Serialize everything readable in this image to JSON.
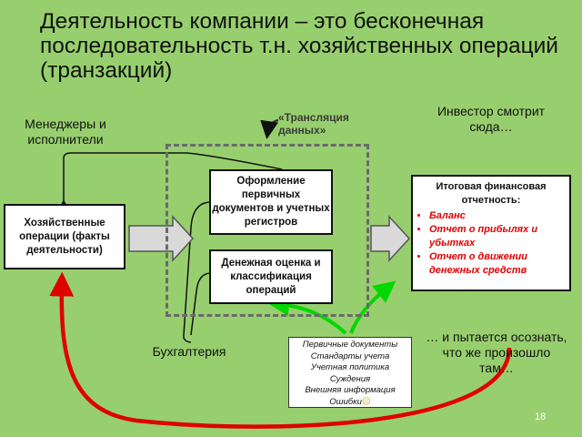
{
  "title": "Деятельность компании – это бесконечная последовательность т.н. хозяйственных операций (транзакций)",
  "managers_label": "Менеджеры и исполнители",
  "operations_box": "Хозяйственные операции (факты деятельности)",
  "translation_label": "«Трансляция данных»",
  "processing_box_1": "Оформление первичных документов и учетных регистров",
  "processing_box_2": "Денежная оценка и классификация операций",
  "accounting_label": "Бухгалтерия",
  "investor_label": "Инвестор смотрит сюда…",
  "result": {
    "heading": "Итоговая финансовая отчетность:",
    "items": [
      "Баланс",
      "Отчет о прибылях и убытках",
      "Отчет о движении денежных средств"
    ]
  },
  "understand_label": "… и пытается осознать, что же произошло там…",
  "rules": [
    "Первичные документы",
    "Стандарты учета",
    "Учетная политика",
    "Суждения",
    "Внешняя информация",
    "Ошибки"
  ],
  "rules_emoji": "☹",
  "page_number": "18",
  "colors": {
    "background": "#97cf6e",
    "red_arrow": "#e00000",
    "green_arrow": "#00d800",
    "dashed_border": "#6a6a6a"
  }
}
